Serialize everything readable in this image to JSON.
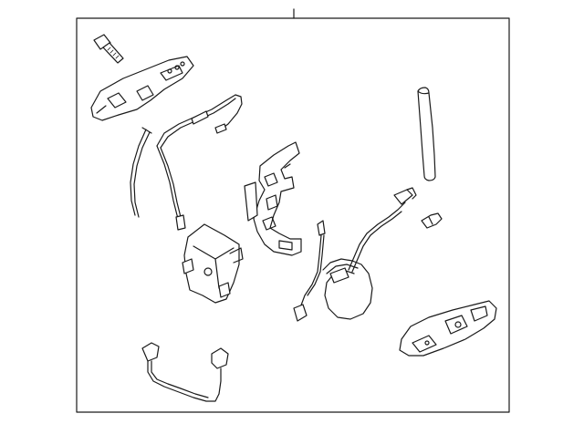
{
  "diagram": {
    "parts": [
      {
        "id": "bolt",
        "icon": "bolt-icon"
      },
      {
        "id": "handle-bracket",
        "icon": "handle-bracket-icon"
      },
      {
        "id": "control-rod-left",
        "icon": "rod-icon"
      },
      {
        "id": "lock-cable",
        "icon": "cable-icon"
      },
      {
        "id": "outer-handle-frame",
        "icon": "handle-frame-icon"
      },
      {
        "id": "door-lock-actuator",
        "icon": "actuator-icon"
      },
      {
        "id": "wiring-harness",
        "icon": "harness-icon"
      },
      {
        "id": "weatherstrip-tube",
        "icon": "tube-icon"
      },
      {
        "id": "clip",
        "icon": "clip-icon"
      },
      {
        "id": "sensor-wire",
        "icon": "wire-icon"
      },
      {
        "id": "outer-handle",
        "icon": "handle-icon"
      }
    ]
  }
}
